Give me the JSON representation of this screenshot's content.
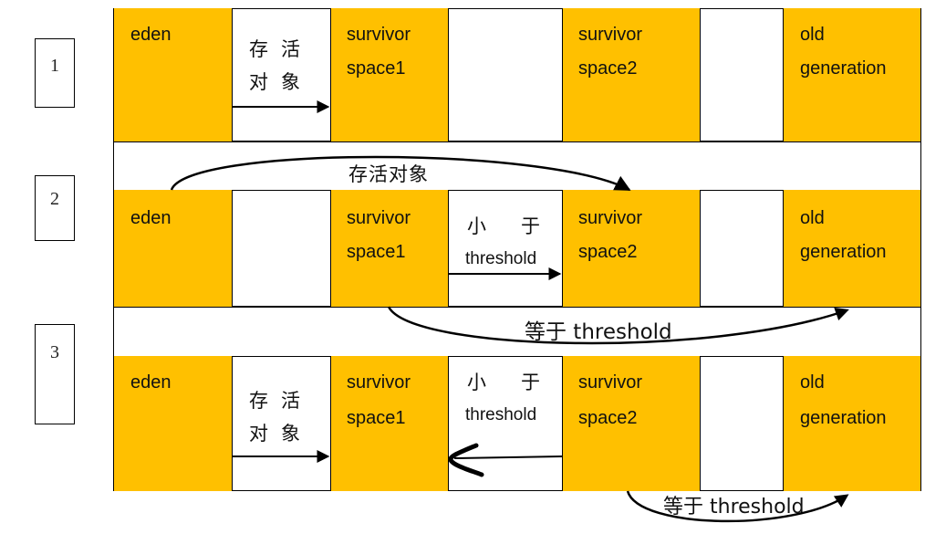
{
  "steps": [
    "1",
    "2",
    "3"
  ],
  "regions": {
    "eden": "eden",
    "survivor_line1": "survivor",
    "space1_line2": "space1",
    "space2_line2": "space2",
    "old_line1": "old",
    "old_line2": "generation"
  },
  "labels": {
    "live_line1": "存活",
    "live_line2": "对象",
    "live_objects": "存活对象",
    "less_than": "小于",
    "threshold": "threshold",
    "equal_threshold": "等于 threshold"
  },
  "colors": {
    "region_fill": "#ffc000",
    "line": "#000000"
  }
}
